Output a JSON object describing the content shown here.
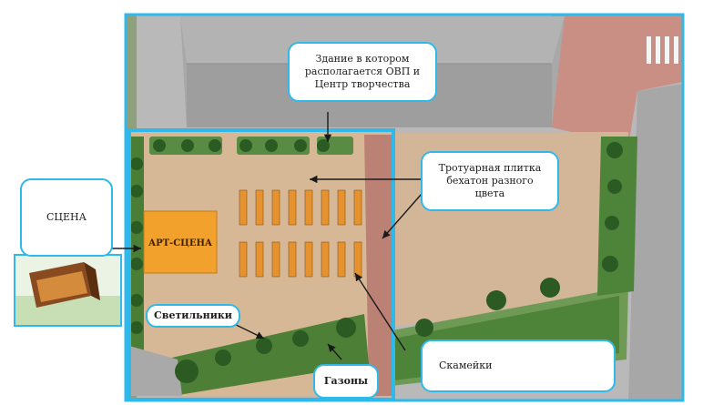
{
  "callouts": {
    "building": "Здание в котором\nрасполагается ОВП и\nЦентр творчества",
    "paving": "Тротуарная плитка\nбехатон разного\nцвета",
    "stage": "СЦЕНА",
    "lights": "Светильники",
    "lawns": "Газоны",
    "benches": "Скамейки"
  },
  "labels": {
    "art_stage": "АРТ-СЦЕНА"
  },
  "colors": {
    "frame": "#2fb8ea",
    "art_stage": "#f2a12c",
    "lawn": "#3f7c33",
    "paving": "#cfaf8f",
    "path_red": "#bb7d72",
    "bench": "#e6932f"
  }
}
